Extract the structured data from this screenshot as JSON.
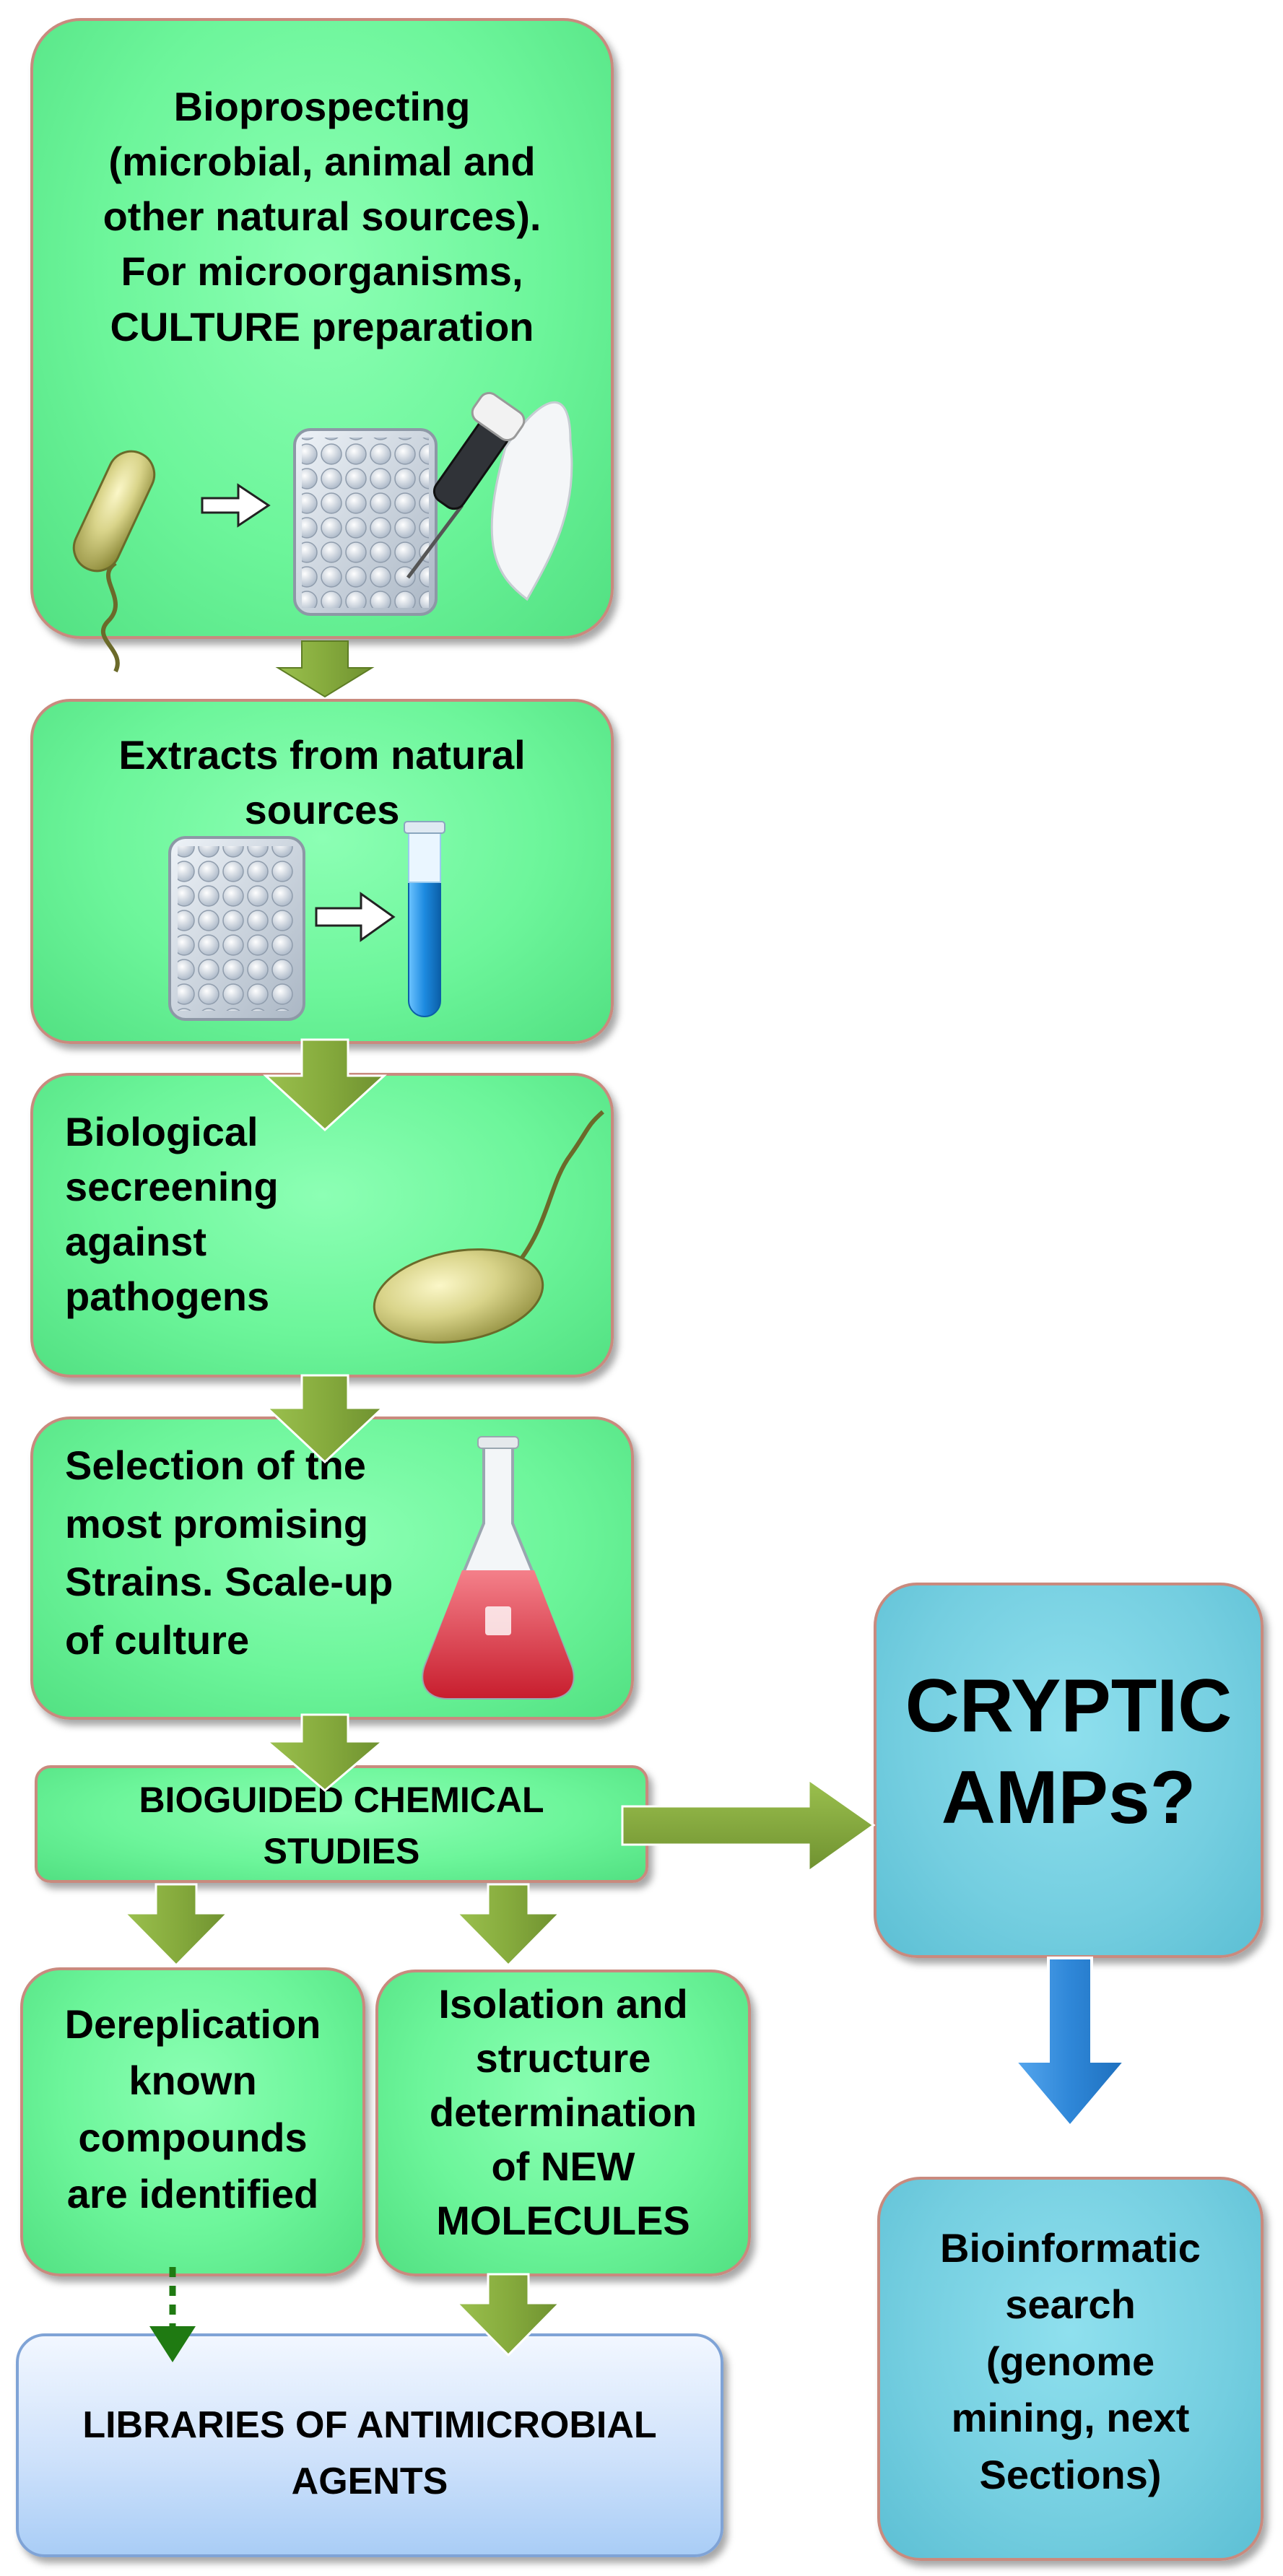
{
  "boxes": {
    "bioprospecting": {
      "lines": [
        "Bioprospecting",
        "(microbial, animal and",
        "other natural sources).",
        "For microorganisms,",
        "CULTURE preparation"
      ]
    },
    "extracts": {
      "lines": [
        "Extracts from natural",
        "sources"
      ]
    },
    "screening": {
      "lines": [
        "Biological",
        "secreening",
        "against",
        "pathogens"
      ]
    },
    "selection": {
      "lines": [
        "Selection of the",
        "most promising",
        "Strains.  Scale-up",
        "of culture"
      ]
    },
    "bioguided": {
      "lines": [
        "BIOGUIDED CHEMICAL",
        "STUDIES"
      ]
    },
    "dereplication": {
      "lines": [
        "Dereplication",
        "known",
        "compounds",
        "are identified"
      ]
    },
    "isolation": {
      "lines": [
        "Isolation and",
        "structure",
        "determination",
        "of NEW",
        "MOLECULES"
      ]
    },
    "libraries": {
      "lines": [
        "LIBRARIES OF ANTIMICROBIAL",
        "AGENTS"
      ]
    },
    "cryptic": {
      "lines": [
        "CRYPTIC",
        "AMPs?"
      ]
    },
    "bioinformatic": {
      "lines": [
        "Bioinformatic",
        "search",
        "(genome",
        "mining, next",
        "Sections)"
      ]
    }
  },
  "colors": {
    "green_box": "#6cf59a",
    "blue_box": "#74cee0",
    "library_box": "#cfe2fb",
    "arrow_green": "#86ab3d",
    "arrow_blue": "#2f87d8",
    "dashed_arrow": "#1f7a12"
  }
}
